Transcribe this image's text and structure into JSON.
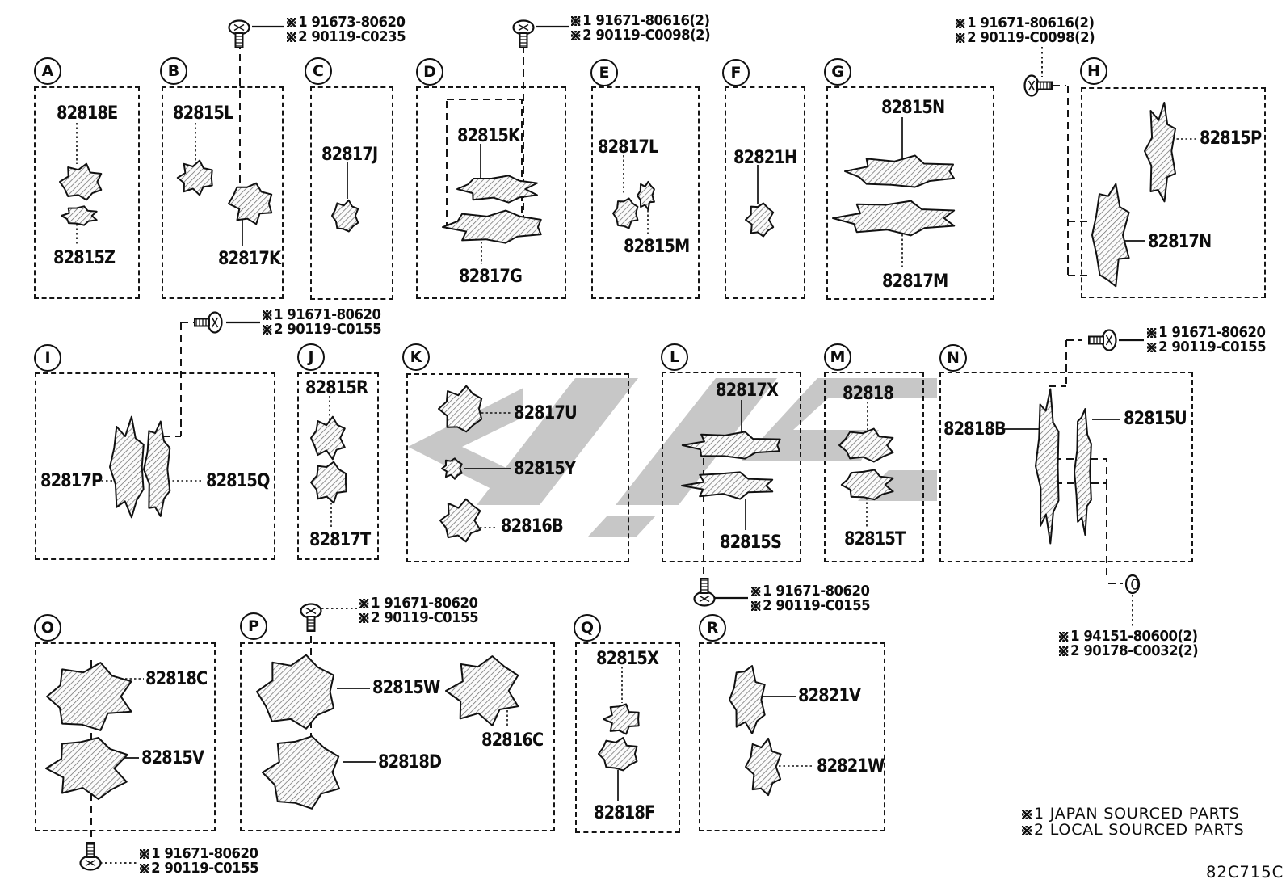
{
  "code": "82C715C",
  "legend": {
    "l1": "※1 JAPAN SOURCED PARTS",
    "l2": "※2 LOCAL SOURCED PARTS"
  },
  "panels": {
    "A": {
      "letter": "A",
      "parts": [
        "82818E",
        "82815Z"
      ]
    },
    "B": {
      "letter": "B",
      "parts": [
        "82815L",
        "82817K"
      ]
    },
    "C": {
      "letter": "C",
      "parts": [
        "82817J"
      ]
    },
    "D": {
      "letter": "D",
      "parts": [
        "82815K",
        "82817G"
      ]
    },
    "E": {
      "letter": "E",
      "parts": [
        "82817L",
        "82815M"
      ]
    },
    "F": {
      "letter": "F",
      "parts": [
        "82821H"
      ]
    },
    "G": {
      "letter": "G",
      "parts": [
        "82815N",
        "82817M"
      ]
    },
    "H": {
      "letter": "H",
      "parts": [
        "82815P",
        "82817N"
      ]
    },
    "I": {
      "letter": "I",
      "parts": [
        "82817P",
        "82815Q"
      ]
    },
    "J": {
      "letter": "J",
      "parts": [
        "82815R",
        "82817T"
      ]
    },
    "K": {
      "letter": "K",
      "parts": [
        "82817U",
        "82815Y",
        "82816B"
      ]
    },
    "L": {
      "letter": "L",
      "parts": [
        "82817X",
        "82815S"
      ]
    },
    "M": {
      "letter": "M",
      "parts": [
        "82818",
        "82815T"
      ]
    },
    "N": {
      "letter": "N",
      "parts": [
        "82818B",
        "82815U"
      ]
    },
    "O": {
      "letter": "O",
      "parts": [
        "82818C",
        "82815V"
      ]
    },
    "P": {
      "letter": "P",
      "parts": [
        "82815W",
        "82818D",
        "82816C"
      ]
    },
    "Q": {
      "letter": "Q",
      "parts": [
        "82815X",
        "82818F"
      ]
    },
    "R": {
      "letter": "R",
      "parts": [
        "82821V",
        "82821W"
      ]
    }
  },
  "fasteners": {
    "f1": {
      "l1": "※1 91673-80620",
      "l2": "※2 90119-C0235"
    },
    "f2": {
      "l1": "※1 91671-80616(2)",
      "l2": "※2 90119-C0098(2)"
    },
    "f3": {
      "l1": "※1 91671-80616(2)",
      "l2": "※2 90119-C0098(2)"
    },
    "f4": {
      "l1": "※1 91671-80620",
      "l2": "※2 90119-C0155"
    },
    "f5": {
      "l1": "※1 91671-80620",
      "l2": "※2 90119-C0155"
    },
    "f6": {
      "l1": "※1 91671-80620",
      "l2": "※2 90119-C0155"
    },
    "f7": {
      "l1": "※1 91671-80620",
      "l2": "※2 90119-C0155"
    },
    "f8": {
      "l1": "※1 91671-80620",
      "l2": "※2 90119-C0155"
    },
    "f9": {
      "l1": "※1 94151-80600(2)",
      "l2": "※2 90178-C0032(2)"
    }
  }
}
